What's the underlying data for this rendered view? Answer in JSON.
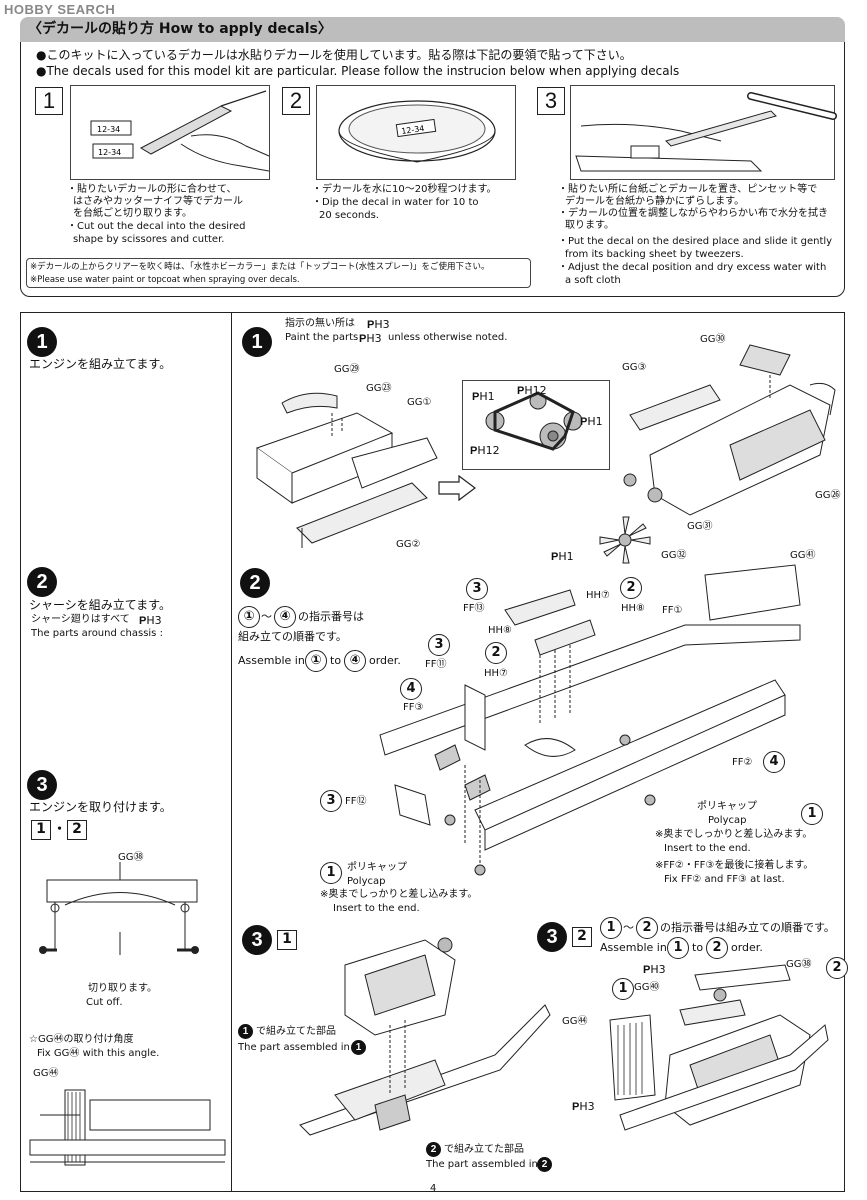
{
  "watermark": "HOBBY SEARCH",
  "decal_section": {
    "title": "〈デカールの貼り方 How to apply decals〉",
    "intro_jp": "●このキットに入っているデカールは水貼りデカールを使用しています。貼る際は下記の要領で貼って下さい。",
    "intro_en": "●The decals used for this model kit are particular. Please follow the instrucion below when applying decals",
    "steps": [
      {
        "number": "1",
        "jp_1": "・貼りたいデカールの形に合わせて、",
        "jp_2": "はさみやカッターナイフ等でデカール",
        "jp_3": "を台紙ごと切り取ります。",
        "en_1": "・Cut out the decal into the desired",
        "en_2": "shape by scissores and cutter."
      },
      {
        "number": "2",
        "jp_1": "・デカールを水に10～20秒程つけます。",
        "en_1": "・Dip the decal in water for 10 to",
        "en_2": "20 seconds."
      },
      {
        "number": "3",
        "jp_1": "・貼りたい所に台紙ごとデカールを置き、ピンセット等で",
        "jp_2": "デカールを台紙から静かにずらします。",
        "jp_3": "・デカールの位置を調整しながらやわらかい布で水分を拭き",
        "jp_4": "取ります。",
        "en_1": "・Put the decal on the desired place and slide it gently",
        "en_2": "from its backing sheet by tweezers.",
        "en_3": "・Adjust the decal position and dry excess water with",
        "en_4": "a soft cloth"
      }
    ],
    "decal_label": "12-34",
    "note_jp": "※デカールの上からクリアーを吹く時は、「水性ホビーカラー」または「トップコート(水性スプレー)」をご使用下さい。",
    "note_en": "※Please use water paint or topcoat when spraying over decals."
  },
  "left_column": {
    "step1": {
      "number": "1",
      "title": "エンジンを組み立てます。"
    },
    "step2": {
      "number": "2",
      "title": "シャーシを組み立てます。",
      "sub_jp": "シャーシ廻りはすべて",
      "sub_code": "H3",
      "sub_en": "The parts around chassis :"
    },
    "step3": {
      "number": "3",
      "title": "エンジンを取り付けます。",
      "sub1": "1",
      "dot": "・",
      "sub2": "2",
      "part_label": "GG㊳",
      "cut_jp": "切り取ります。",
      "cut_en": "Cut off.",
      "angle_jp": "☆GG㊹の取り付け角度",
      "angle_en": "Fix GG㊹ with this angle.",
      "angle_part": "GG㊹"
    }
  },
  "right_column": {
    "step1": {
      "number": "1",
      "note_jp": "指示の無い所は",
      "note_code": "H3",
      "note_en": "Paint the parts",
      "note_en_2": "unless otherwise noted.",
      "labels": {
        "gg29": "GG㉙",
        "gg23": "GG㉓",
        "gg1": "GG①",
        "gg2": "GG②",
        "gg30": "GG㉚",
        "gg3": "GG③",
        "gg26": "GG㉖",
        "gg31": "GG㉛",
        "gg32": "GG㉜",
        "ph1_a": "H1",
        "ph12_a": "H12",
        "ph1_b": "H1",
        "ph12_b": "H12",
        "ph1_c": "H1"
      }
    },
    "step2": {
      "number": "2",
      "order_range_a": "①",
      "order_range_b": "④",
      "order_jp_1": "～",
      "order_jp_2": "の指示番号は",
      "order_jp_3": "組み立ての順番です。",
      "order_en_1": "Assemble in",
      "order_en_2": "to",
      "order_en_3": "order.",
      "labels": {
        "gg41": "GG㊶",
        "ff13": "FF⑬",
        "hh7_a": "HH⑦",
        "hh8_a": "HH⑧",
        "ff1": "FF①",
        "hh8_b": "HH⑧",
        "hh7_b": "HH⑦",
        "ff11": "FF⑪",
        "ff3": "FF③",
        "ff2": "FF②",
        "ff12": "FF⑫",
        "n3a": "3",
        "n2a": "2",
        "n2b": "2",
        "n3b": "3",
        "n4a": "4",
        "n4b": "4",
        "n3c": "3",
        "n1a": "1",
        "n1b": "1"
      },
      "polycap_jp": "ポリキャップ",
      "polycap_en": "Polycap",
      "insert_jp": "※奥までしっかりと差し込みます。",
      "insert_en": "Insert to the end.",
      "last_jp": "※FF②・FF③を最後に接着します。",
      "last_en": "Fix FF② and FF③ at last.",
      "polycap2_jp": "ポリキャップ",
      "polycap2_en": "Polycap",
      "insert2_jp": "※奥までしっかりと差し込みます。",
      "insert2_en": "Insert to the end."
    },
    "step3_1": {
      "number": "3",
      "sub": "1",
      "part_jp": "で組み立てた部品",
      "part_en": "The part assembled in",
      "ref_a": "1",
      "ref_b": "1",
      "part2_jp": "で組み立てた部品",
      "part2_en": "The part assembled in",
      "ref_c": "2",
      "ref_d": "2"
    },
    "step3_2": {
      "number": "3",
      "sub": "2",
      "order_jp_1": "～",
      "order_jp_2": "の指示番号は組み立ての順番です。",
      "order_en_1": "Assemble in",
      "order_en_2": "to",
      "order_en_3": "order.",
      "labels": {
        "ph3_a": "H3",
        "gg38": "GG㊳",
        "gg40": "GG㊵",
        "gg44": "GG㊹",
        "ph3_b": "H3",
        "n2": "2",
        "n1": "1"
      }
    }
  },
  "page_number": "4"
}
